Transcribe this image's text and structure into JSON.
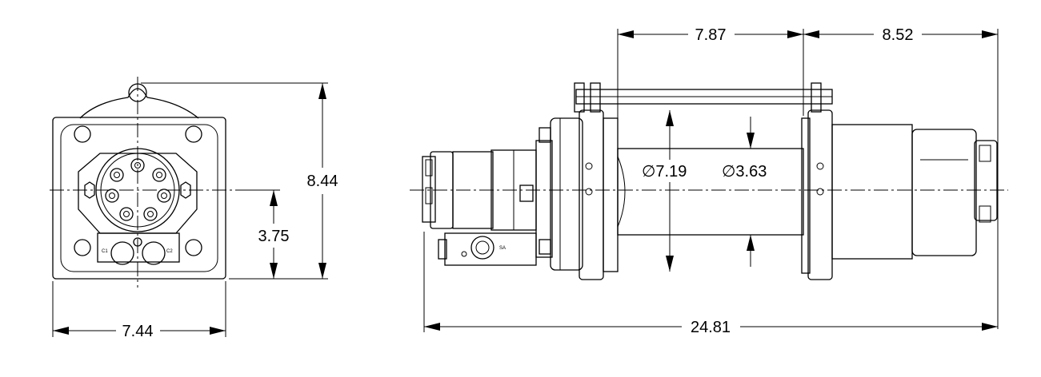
{
  "dimensions": {
    "front_width": "7.44",
    "front_height": "8.44",
    "front_center_height": "3.75",
    "drum_length": "7.87",
    "motor_end_length": "8.52",
    "overall_length": "24.81",
    "flange_diameter": "7.19",
    "drum_diameter": "3.63"
  },
  "diameter_symbol": "∅",
  "labels": {
    "terminal_c1": "C1",
    "terminal_c2": "C2",
    "valve_label": "SA"
  },
  "colors": {
    "line": "#000000",
    "background": "#ffffff"
  }
}
